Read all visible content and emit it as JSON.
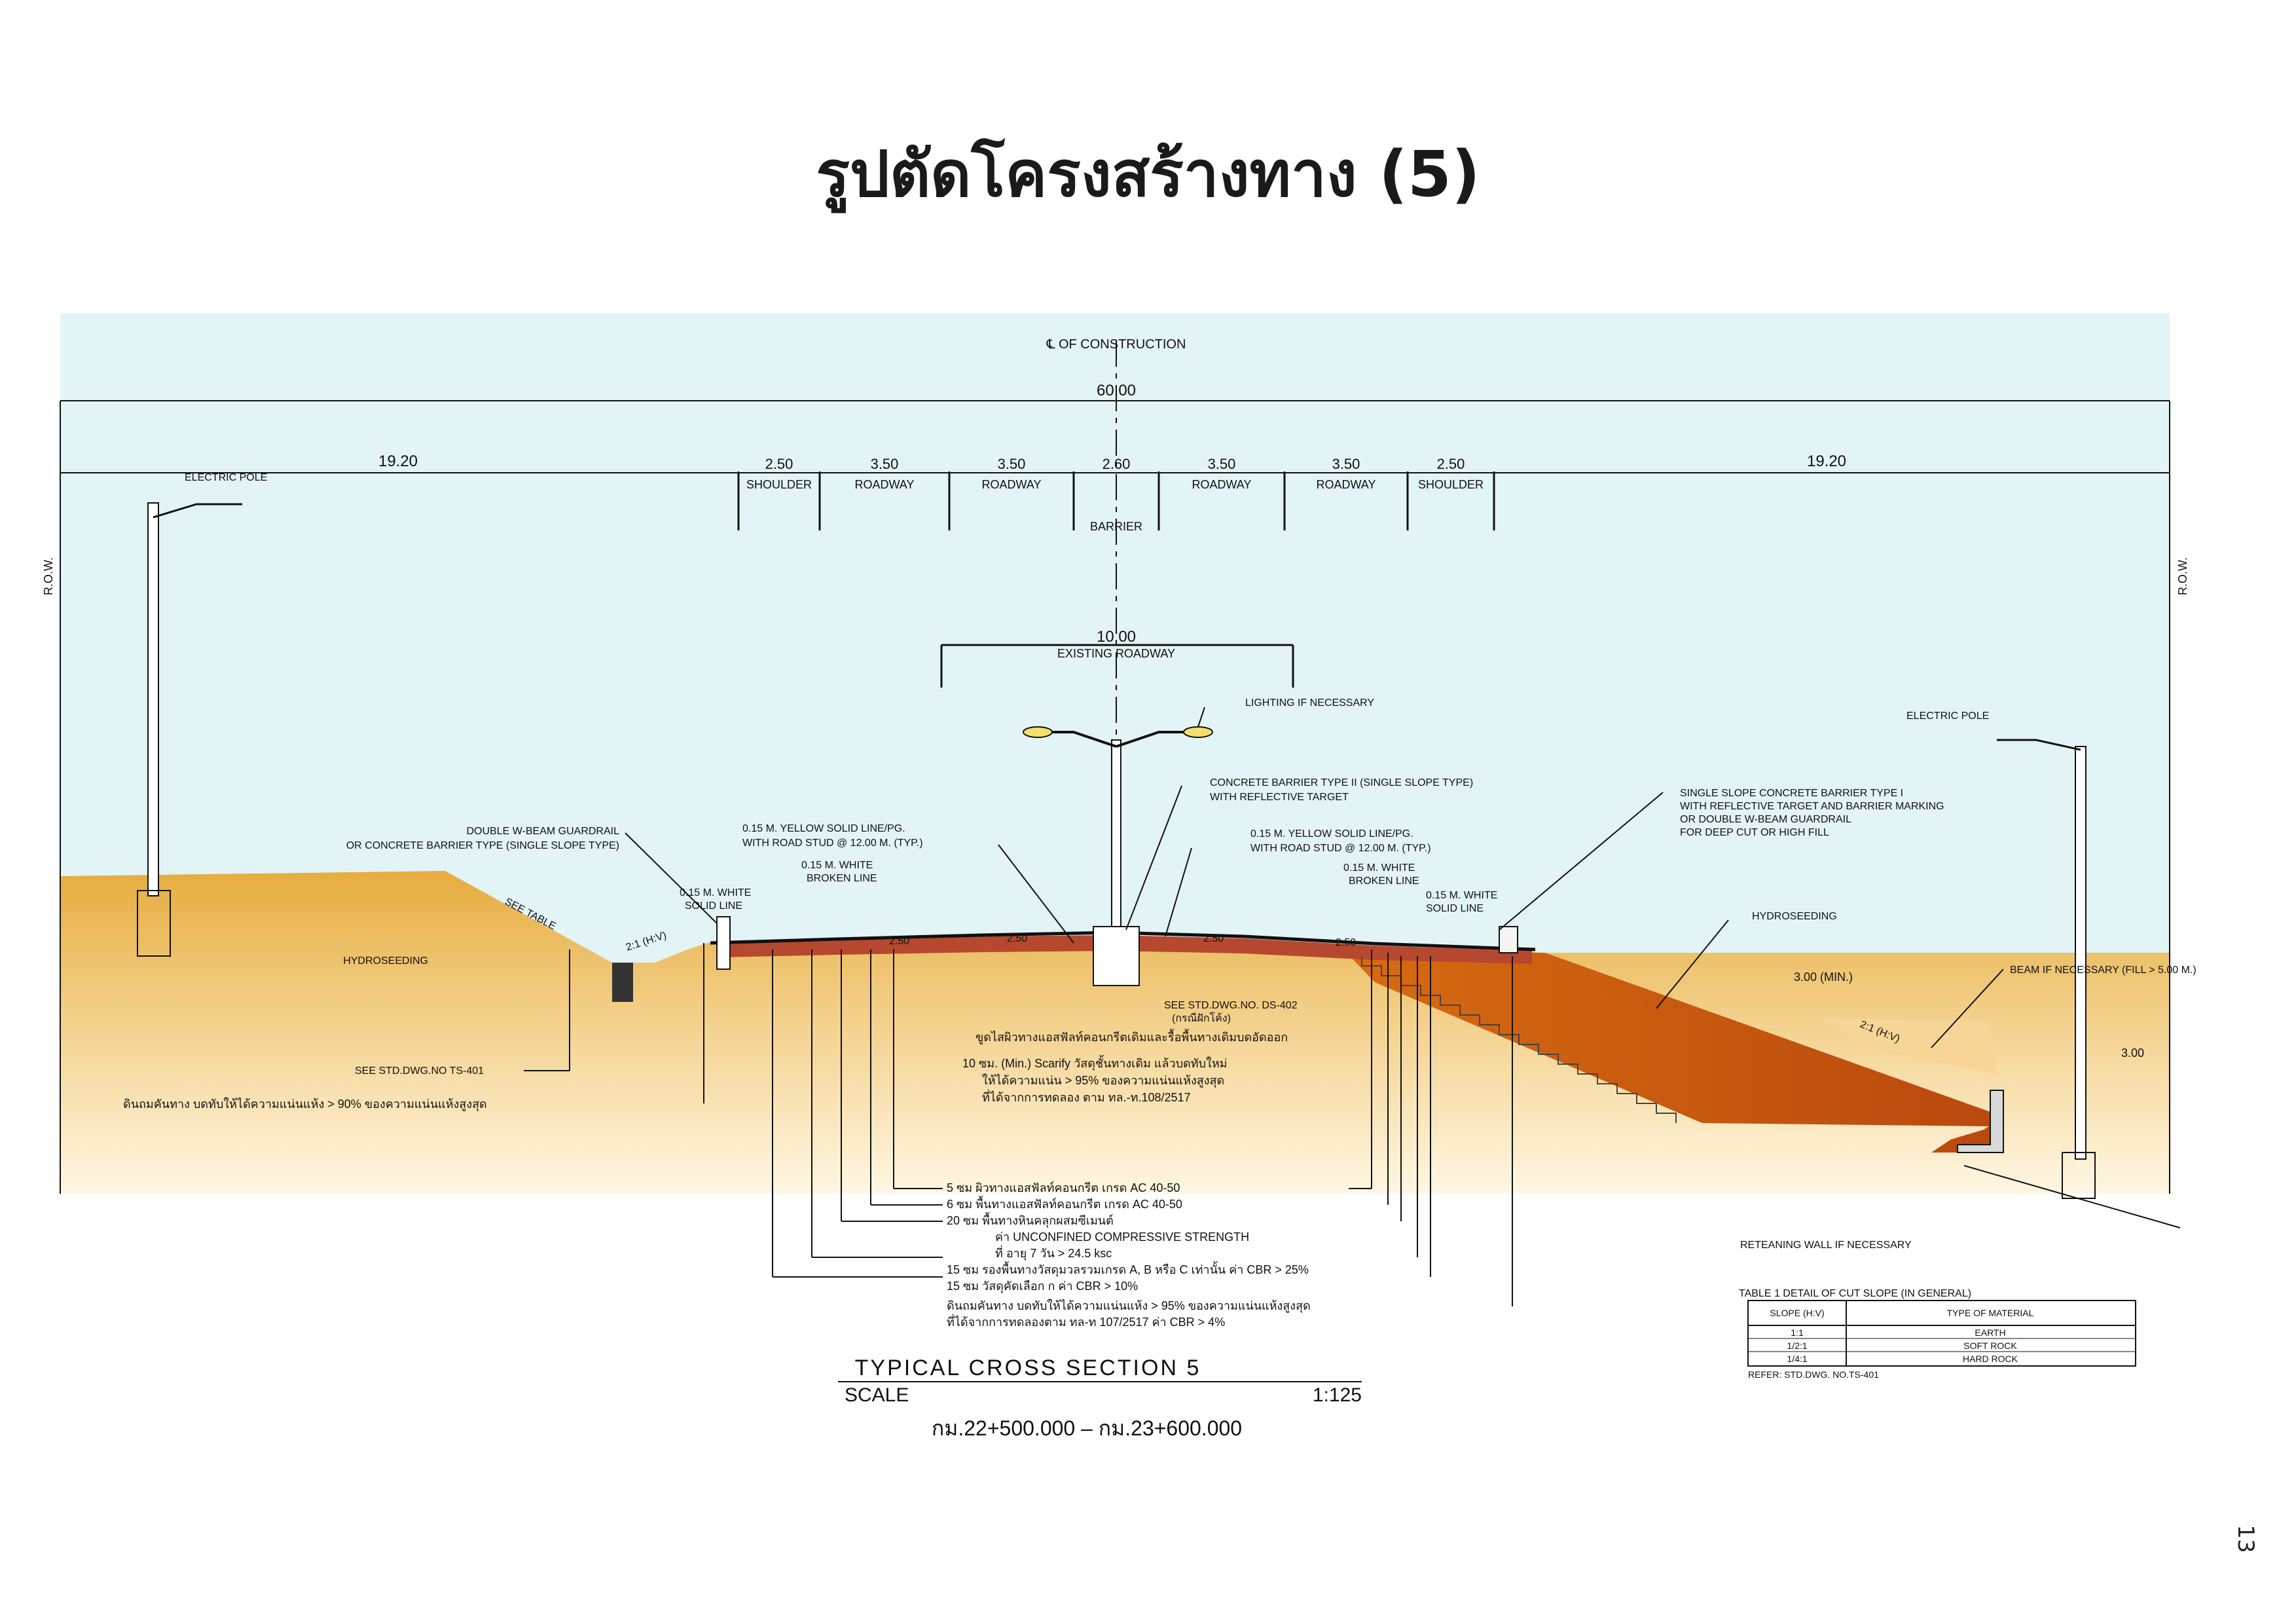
{
  "page": {
    "title": "รูปตัดโครงสร้างทาง (5)",
    "page_number": "13"
  },
  "colors": {
    "sky": "#e3f4f6",
    "ground": "#f1d38c",
    "ground_deep": "#e0a63a",
    "fill_slope": "#c75f12",
    "pavement": "#b5482f",
    "line": "#111111"
  },
  "header": {
    "centerline": "℄ OF CONSTRUCTION",
    "total_width": "60.00",
    "left_width": "19.20",
    "right_width": "19.20",
    "row_left": "R.O.W.",
    "row_right": "R.O.W.",
    "segments": [
      {
        "width": "2.50",
        "label": "SHOULDER"
      },
      {
        "width": "3.50",
        "label": "ROADWAY"
      },
      {
        "width": "3.50",
        "label": "ROADWAY"
      },
      {
        "width": "2.60",
        "label": "BARRIER"
      },
      {
        "width": "3.50",
        "label": "ROADWAY"
      },
      {
        "width": "3.50",
        "label": "ROADWAY"
      },
      {
        "width": "2.50",
        "label": "SHOULDER"
      }
    ],
    "existing_width": "10.00",
    "existing_label": "EXISTING ROADWAY"
  },
  "annotations": {
    "electric_pole_left": "ELECTRIC POLE",
    "electric_pole_right": "ELECTRIC POLE",
    "lighting": "LIGHTING IF NECESSARY",
    "concrete_barrier_1": "CONCRETE BARRIER TYPE II (SINGLE SLOPE TYPE)",
    "concrete_barrier_2": "WITH REFLECTIVE TARGET",
    "guardrail_1": "DOUBLE W-BEAM GUARDRAIL",
    "guardrail_2": "OR CONCRETE BARRIER TYPE  (SINGLE SLOPE TYPE)",
    "yellow_left_1": "0.15 M. YELLOW SOLID LINE/PG.",
    "yellow_left_2": "WITH ROAD STUD @ 12.00 M. (TYP.)",
    "yellow_right_1": "0.15 M. YELLOW SOLID LINE/PG.",
    "yellow_right_2": "WITH ROAD STUD @ 12.00 M. (TYP.)",
    "white_broken_left_1": "0.15 M. WHITE",
    "white_broken_left_2": "BROKEN LINE",
    "white_broken_right_1": "0.15 M. WHITE",
    "white_broken_right_2": "BROKEN LINE",
    "white_solid_left_1": "0.15 M. WHITE",
    "white_solid_left_2": "SOLID LINE",
    "white_solid_right_1": "0.15 M. WHITE",
    "white_solid_right_2": "SOLID LINE",
    "single_slope_1": "SINGLE SLOPE CONCRETE BARRIER TYPE I",
    "single_slope_2": "WITH REFLECTIVE TARGET AND BARRIER MARKING",
    "single_slope_3": "OR DOUBLE W-BEAM GUARDRAIL",
    "single_slope_4": "FOR DEEP CUT OR HIGH FILL",
    "hydroseeding_left": "HYDROSEEDING",
    "hydroseeding_right": "HYDROSEEDING",
    "see_table": "SEE TABLE",
    "slope_left": "2:1 (H:V)",
    "slope_right": "2:1 (H:V)",
    "see_ts401": "SEE STD.DWG.NO TS-401",
    "see_ds402_1": "SEE STD.DWG.NO. DS-402",
    "see_ds402_2": "(กรณีฝักโค้ง)",
    "fill_left_note": "ดินถมคันทาง บดทับให้ได้ความแน่นแห้ง > 90% ของความแน่นแห้งสูงสุด",
    "lane_dim_1": "2.50",
    "lane_dim_2": "2.50",
    "lane_dim_3": "2.50",
    "lane_dim_4": "2.50",
    "min_width": "3.00 (MIN.)",
    "height_dim": "3.00",
    "beam_note": "BEAM IF NECESSARY (FILL > 5.00 M.)",
    "retaining_wall": "RETEANING WALL IF NECESSARY"
  },
  "layers": {
    "scarify_a": "ขูดไสผิวทางแอสฟัลท์คอนกรีตเดิมและรื้อพื้นทางเดิมบดอัดออก",
    "scarify_b": "10 ซม. (Min.) Scarify วัสดุชั้นทางเดิม แล้วบดทับใหม่",
    "scarify_c": "ให้ได้ความแน่น > 95% ของความแน่นแห้งสูงสุด",
    "scarify_d": "ที่ได้จากการทดลอง ตาม ทล.-ท.108/2517",
    "l1": "5  ซม  ผิวทางแอสฟัลท์คอนกรีต เกรด AC 40-50",
    "l2": "6  ซม  พื้นทางแอสฟัลท์คอนกรีต เกรด AC 40-50",
    "l3": "20  ซม  พื้นทางหินคลุกผสมซีเมนต์",
    "l3b": "ค่า UNCONFINED COMPRESSIVE STRENGTH",
    "l3c": "ที่ อายุ 7 วัน > 24.5 ksc",
    "l4": "15  ซม  รองพื้นทางวัสดุมวลรวมเกรด A, B หรือ C เท่านั้น ค่า CBR > 25%",
    "l5": "15  ซม  วัสดุคัดเลือก ก ค่า CBR > 10%",
    "l6a": "ดินถมคันทาง บดทับให้ได้ความแน่นแห้ง > 95% ของความแน่นแห้งสูงสุด",
    "l6b": "ที่ได้จากการทดลองตาม ทล-ท 107/2517 ค่า CBR > 4%"
  },
  "table": {
    "title": "TABLE 1 DETAIL OF CUT SLOPE (IN GENERAL)",
    "headers": [
      "SLOPE (H:V)",
      "TYPE OF MATERIAL"
    ],
    "rows": [
      [
        "1:1",
        "EARTH"
      ],
      [
        "1/2:1",
        "SOFT ROCK"
      ],
      [
        "1/4:1",
        "HARD ROCK"
      ]
    ],
    "note": "REFER: STD.DWG. NO.TS-401"
  },
  "caption": {
    "title": "TYPICAL CROSS SECTION 5",
    "scale_label": "SCALE",
    "scale_value": "1:125",
    "range": "กม.22+500.000  –  กม.23+600.000"
  }
}
